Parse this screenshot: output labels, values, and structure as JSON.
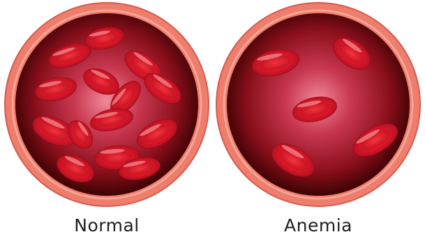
{
  "panels": [
    {
      "id": "normal",
      "label": "Normal"
    },
    {
      "id": "anemia",
      "label": "Anemia"
    }
  ],
  "colors": {
    "vessel_wall": "#ee7d6c",
    "vessel_wall_edge": "#d65a4d",
    "lumen_center": "#f07c8e",
    "lumen_mid": "#b0182b",
    "lumen_edge": "#4a0405",
    "red_cell": "#e5192c",
    "red_cell_dark": "#a60f1c",
    "red_cell_highlight": "#ff8a8a"
  }
}
